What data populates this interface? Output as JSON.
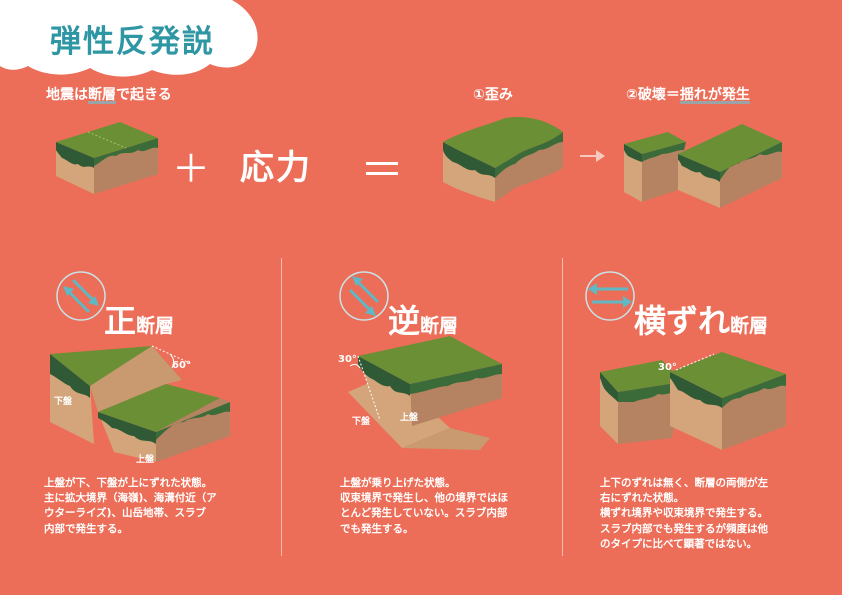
{
  "header": {
    "title": "弾性反発説",
    "subtitle_pre": "地震は",
    "subtitle_underlined": "断層",
    "subtitle_post": "で起きる"
  },
  "equation": {
    "plus": "＋",
    "stress": "応力",
    "equals": "＝",
    "step1": "①歪み",
    "step2_pre": "②破壊＝",
    "step2_underlined": "揺れが発生"
  },
  "faults": [
    {
      "title_big": "正",
      "title_small": "断層",
      "angle_label": "60°",
      "footwall_label": "下盤",
      "hangingwall_label": "上盤",
      "description": [
        "上盤が下、下盤が上にずれた状態。",
        "主に拡大境界（海嶺)、海溝付近（ア",
        "ウターライズ)、山岳地帯、スラブ",
        "内部で発生する。"
      ]
    },
    {
      "title_big": "逆",
      "title_small": "断層",
      "angle_label": "30°",
      "footwall_label": "下盤",
      "hangingwall_label": "上盤",
      "description": [
        "上盤が乗り上げた状態。",
        "収束境界で発生し、他の境界ではほ",
        "とんど発生していない。スラブ内部",
        "でも発生する。"
      ]
    },
    {
      "title_big": "横ずれ",
      "title_small": "断層",
      "angle_label": "30°",
      "description": [
        "上下のずれは無く、断層の両側が左",
        "右にずれた状態。",
        "横ずれ境界や収束境界で発生する。",
        "スラブ内部でも発生するが頻度は他",
        "のタイプに比べて顕著ではない。"
      ]
    }
  ],
  "colors": {
    "background": "#ec6e58",
    "title_teal": "#2f97a4",
    "grass": "#6b8f35",
    "grass_dark": "#2f5a35",
    "soil_side": "#d4a57a",
    "soil_front": "#b58362",
    "arrow_teal": "#5fb8c4"
  },
  "icons": {
    "fault_arrows": "diagonal-arrows-icon",
    "strike_arrows": "horizontal-arrows-icon",
    "process_arrow": "right-arrow-icon"
  }
}
